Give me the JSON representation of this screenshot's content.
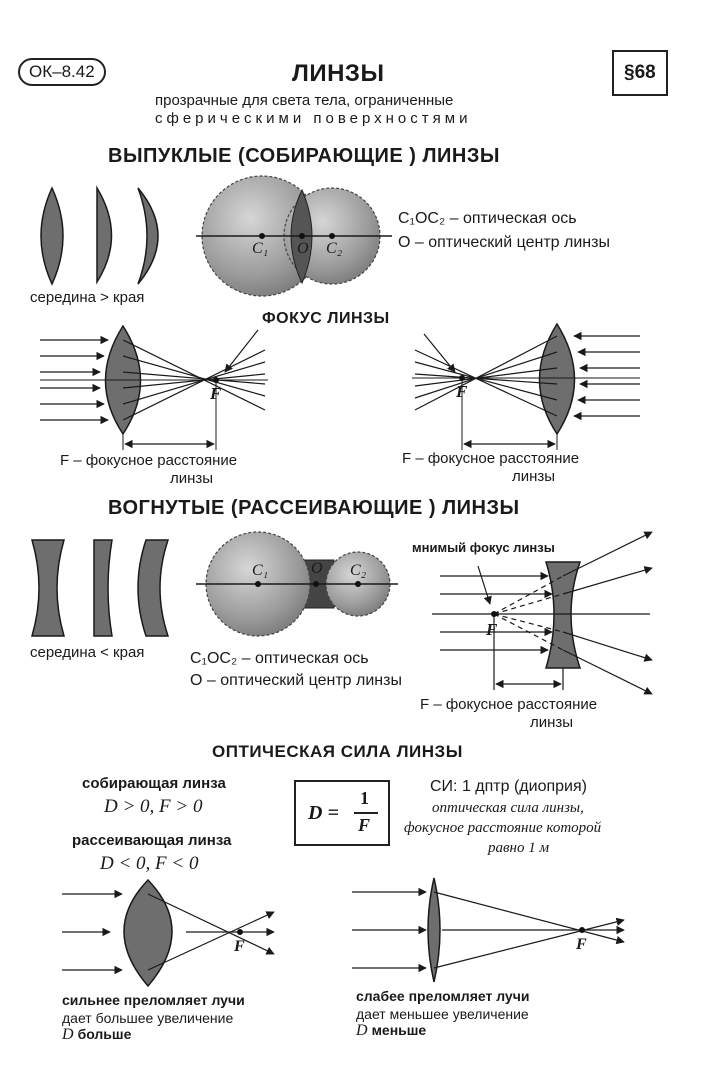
{
  "header": {
    "code": "ОК–8.42",
    "title": "ЛИНЗЫ",
    "paragraph": "§68",
    "subtitle_line1": "прозрачные для света тела, ограниченные",
    "subtitle_line2": "сферическими поверхностями"
  },
  "convex": {
    "heading": "ВЫПУКЛЫЕ (СОБИРАЮЩИЕ ) ЛИНЗЫ",
    "middle_vs_edges": "середина > края",
    "c1": "C₁",
    "o": "O",
    "c2": "C₂",
    "axis_def": "C₁OC₂ – оптическая ось",
    "center_def": "O – оптический центр линзы",
    "focus_heading": "ФОКУС ЛИНЗЫ",
    "focus_label": "F",
    "focal_distance_line1": "F – фокусное расстояние",
    "focal_distance_line2": "линзы"
  },
  "concave": {
    "heading": "ВОГНУТЫЕ (РАССЕИВАЮЩИЕ ) ЛИНЗЫ",
    "middle_vs_edges": "середина < края",
    "c1": "C₁",
    "o": "O",
    "c2": "C₂",
    "axis_def": "C₁OC₂ – оптическая ось",
    "center_def": "O – оптический центр линзы",
    "virtual_focus": "мнимый фокус линзы",
    "focus_label": "F",
    "focal_distance_line1": "F – фокусное расстояние",
    "focal_distance_line2": "линзы"
  },
  "power": {
    "heading": "ОПТИЧЕСКАЯ СИЛА ЛИНЗЫ",
    "converging": "собирающая линза",
    "converging_cond": "D > 0, F > 0",
    "diverging": "рассеивающая линза",
    "diverging_cond": "D < 0, F < 0",
    "formula_lhs": "D =",
    "formula_num": "1",
    "formula_den": "F",
    "si_unit": "СИ: 1 дптр (диоприя)",
    "si_def1": "оптическая сила линзы,",
    "si_def2": "фокусное расстояние которой",
    "si_def3": "равно 1 м",
    "strong_line1": "сильнее преломляет лучи",
    "strong_line2": "дает большее увеличение",
    "strong_d": "D",
    "strong_more": "больше",
    "weak_line1": "слабее преломляет лучи",
    "weak_line2": "дает меньшее увеличение",
    "weak_d": "D",
    "weak_less": "меньше",
    "f_label": "F"
  },
  "colors": {
    "lens_fill": "#6e6e6e",
    "sphere_fill": "#a8a8a8",
    "ink": "#1a1a1a"
  }
}
